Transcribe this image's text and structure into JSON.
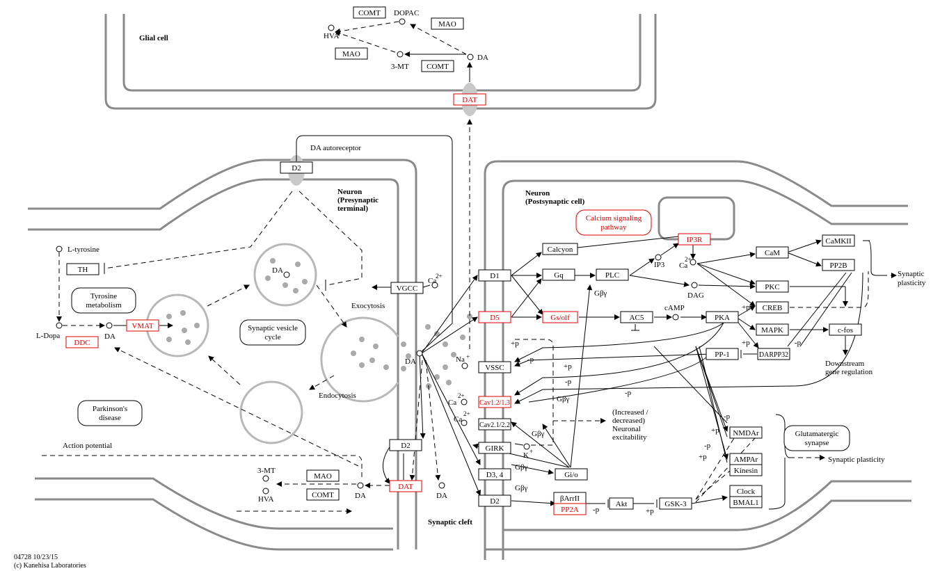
{
  "diagram": {
    "map_id": "04728 10/23/15",
    "copyright": "(c) Kanehisa Laboratories",
    "regions": {
      "glial": "Glial cell",
      "presyn": [
        "Neuron",
        "(Presynaptic",
        "terminal)"
      ],
      "postsyn": [
        "Neuron",
        "(Postsynaptic cell)"
      ],
      "cleft": "Synaptic cleft"
    },
    "genes": {
      "comt_g": "COMT",
      "mao_g1": "MAO",
      "mao_g2": "MAO",
      "comt_g2": "COMT",
      "dat_g": "DAT",
      "d2_auto": "D2",
      "th": "TH",
      "vmat": "VMAT",
      "ddc": "DDC",
      "vgcc": "VGCC",
      "d2_pre": "D2",
      "dat_pre": "DAT",
      "mao_p": "MAO",
      "comt_p": "COMT",
      "d1": "D1",
      "d5": "D5",
      "vssc": "VSSC",
      "cav12": "Cav1.2/1.3",
      "cav21": "Cav2.1/2.2",
      "girk": "GIRK",
      "d34": "D3, 4",
      "d2_post": "D2",
      "calcyon": "Calcyon",
      "gq": "Gq",
      "gsolf": "Gs/olf",
      "plc": "PLC",
      "ac5": "AC5",
      "ip3r": "IP3R",
      "cam": "CaM",
      "camkii": "CaMKII",
      "pp2b": "PP2B",
      "pkc": "PKC",
      "creb": "CREB",
      "pka": "PKA",
      "mapk": "MAPK",
      "cfos": "c-fos",
      "pp1": "PP-1",
      "darpp32": "DARPP32",
      "gio": "Gi/o",
      "barrII": "βArrII",
      "pp2a": "PP2A",
      "akt": "Akt",
      "gsk3": "GSK-3",
      "nmdar": "NMDAr",
      "ampar": "AMPAr",
      "kinesin": "Kinesin",
      "clock": "Clock",
      "bmal1": "BMAL1"
    },
    "compounds": {
      "hva_g": "HVA",
      "dopac": "DOPAC",
      "da_g": "DA",
      "mt3_g": "3-MT",
      "ltyr": "L-tyrosine",
      "ldopa": "L-Dopa",
      "da_v": "DA",
      "da_ves": "DA",
      "da_cleft": "DA",
      "ca_pre": "Ca",
      "mt3_p": "3-MT",
      "hva_p": "HVA",
      "da_p": "DA",
      "da_post": "DA",
      "na": "Na",
      "ca1": "Ca",
      "ca2": "Ca",
      "k": "K",
      "ip3": "IP3",
      "ca_cyt": "Ca",
      "dag": "DAG",
      "camp": "cAMP"
    },
    "pathways": {
      "tyrosine": [
        "Tyrosine",
        "metabolism"
      ],
      "svc": [
        "Synaptic vesicle",
        "cycle"
      ],
      "parkinson": [
        "Parkinson's",
        "disease"
      ],
      "calcium": [
        "Calcium signaling",
        "pathway"
      ],
      "glutamatergic": [
        "Glutamatergic",
        "synapse"
      ]
    },
    "labels": {
      "da_autoreceptor": "DA autoreceptor",
      "exocytosis": "Exocytosis",
      "endocytosis": "Endocytosis",
      "action_potential": "Action potential",
      "synaptic_plasticity1": [
        "Synaptic",
        "plasticity"
      ],
      "synaptic_plasticity2": "Synaptic plasticity",
      "downstream": [
        "Downstream",
        "gene regulation"
      ],
      "excitability": [
        "(Increased /",
        "decreased)",
        "Neuronal",
        "excitability"
      ],
      "gby1": "Gβγ",
      "gby2": "Gβγ",
      "gby3": "Gβγ",
      "gby4": "Gβγ",
      "gby5": "Gβγ",
      "p_plus": "+p",
      "p_minus": "-p",
      "two_plus": "2+",
      "plus": "+"
    },
    "colors": {
      "membrane": "#8a8a8a",
      "vesicle": "#b8b8b8",
      "highlight": "#e00000"
    }
  }
}
